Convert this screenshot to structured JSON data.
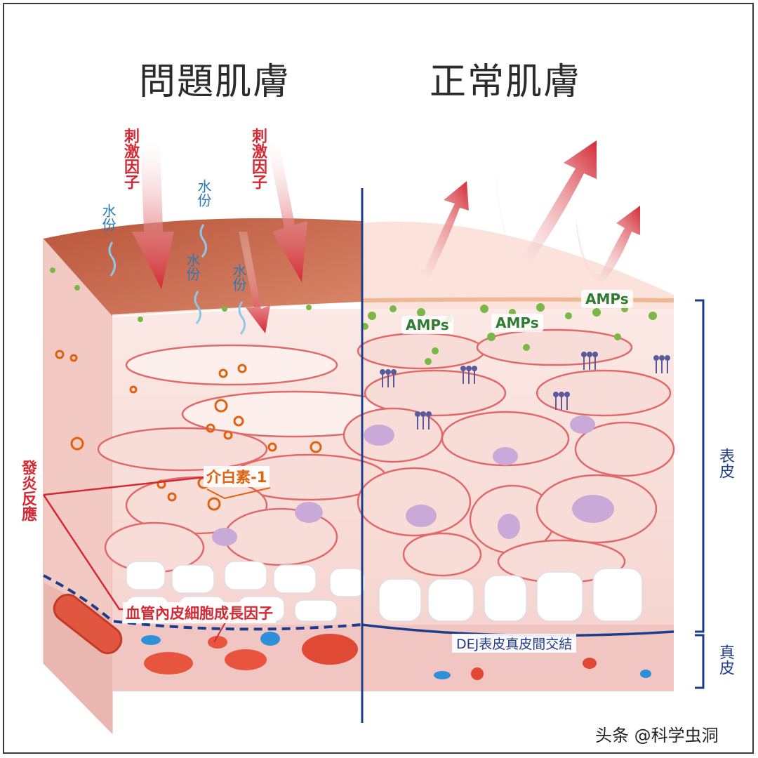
{
  "titles": {
    "left": "問題肌膚",
    "right": "正常肌膚"
  },
  "labels": {
    "irritant": "刺激因子",
    "moisture": "水份",
    "inflammation": "發炎反應",
    "interleukin": "介白素-1",
    "vegf": "血管內皮細胞成長因子",
    "amps": "AMPs",
    "dej": "DEJ表皮真皮間交結",
    "epidermis": "表皮",
    "dermis": "真皮"
  },
  "watermark": "头条 @科学虫洞",
  "colors": {
    "title": "#2b2b2b",
    "irritant": "#d42a35",
    "moisture": "#2a7ab5",
    "amps": "#2e7d32",
    "interleukin": "#e0620f",
    "divider": "#1e3c8c",
    "cell_border": "#e06a6a",
    "damaged_surface": "#c8654a"
  },
  "icons": [
    "red-arrow-icon",
    "water-squiggle-icon",
    "green-dot-icon",
    "lipid-icon",
    "blood-vessel-icon"
  ]
}
